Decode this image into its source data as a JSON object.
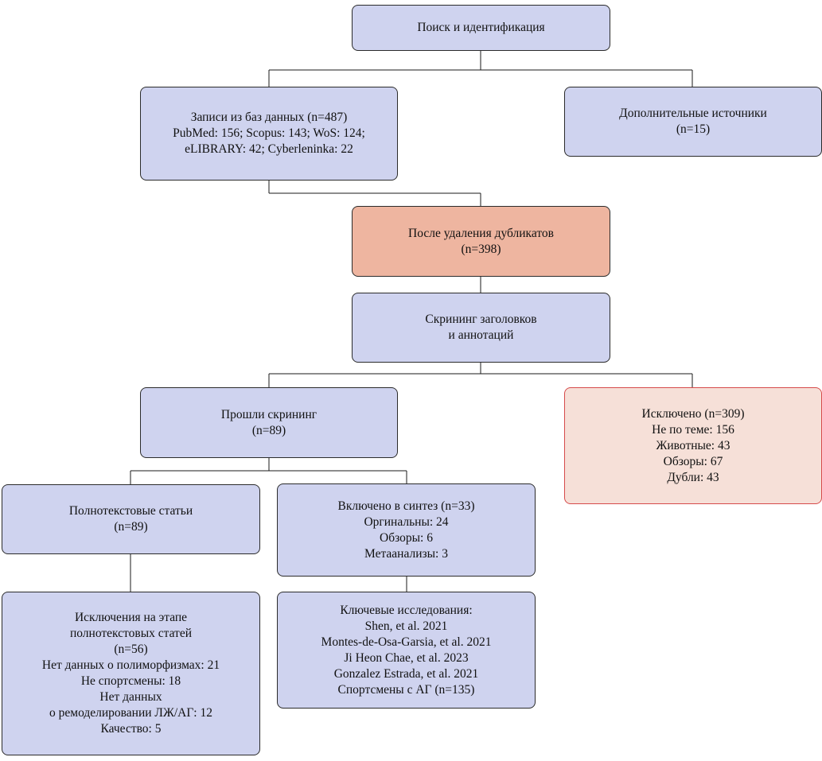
{
  "colors": {
    "box_default": "#cfd3ef",
    "box_dedup": "#eeb5a0",
    "box_excluded": "#f6e0d8",
    "border_excluded": "#d64b4b",
    "connector": "#1a1a1a"
  },
  "nodes": {
    "search": {
      "lines": [
        "Поиск и идентификация"
      ]
    },
    "databases": {
      "lines": [
        "Записи из баз данных (n=487)",
        "PubMed: 156; Scopus: 143; WoS: 124;",
        "eLIBRARY: 42; Cyberleninka: 22"
      ]
    },
    "additional": {
      "lines": [
        "Дополнительные источники",
        "(n=15)"
      ]
    },
    "dedup": {
      "lines": [
        "После удаления дубликатов",
        "(n=398)"
      ]
    },
    "screening": {
      "lines": [
        "Скрининг заголовков",
        "и аннотаций"
      ]
    },
    "passed": {
      "lines": [
        "Прошли скрининг",
        "(n=89)"
      ]
    },
    "excluded": {
      "lines": [
        "Исключено (n=309)",
        "Не по теме: 156",
        "Животные: 43",
        "Обзоры: 67",
        "Дубли: 43"
      ]
    },
    "fulltext": {
      "lines": [
        "Полнотекстовые статьи",
        "(n=89)"
      ]
    },
    "included": {
      "lines": [
        "Включено в синтез (n=33)",
        "Оргинальны: 24",
        "Обзоры: 6",
        "Метаанализы: 3"
      ]
    },
    "fulltext_excluded": {
      "lines": [
        "Исключения на этапе",
        "полнотекстовых статей",
        "(n=56)",
        "Нет данных о полиморфизмах: 21",
        "Не спортсмены: 18",
        "Нет данных",
        "о ремоделировании ЛЖ/АГ: 12",
        "Качество: 5"
      ]
    },
    "key_studies": {
      "lines": [
        "Ключевые исследования:",
        "Shen, et al. 2021",
        "Montes-de-Osa-Garsia, et al. 2021",
        "Ji Heon Chae, et al. 2023",
        "Gonzalez Estrada, et al. 2021",
        "Спортсмены с АГ (n=135)"
      ]
    }
  }
}
